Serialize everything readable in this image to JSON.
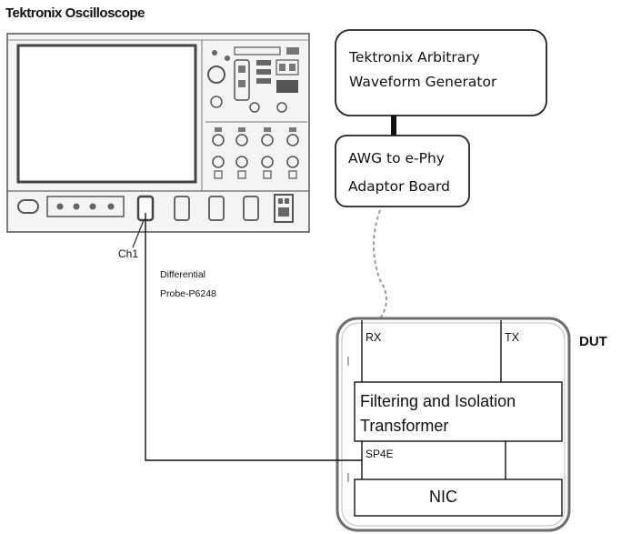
{
  "oscilloscope": {
    "title": "Tektronix Oscilloscope",
    "channel_label": "Ch1"
  },
  "probe": {
    "line1": "Differential",
    "line2": "Probe-P6248"
  },
  "awg": {
    "line1": "Tektronix Arbitrary",
    "line2": "Waveform Generator"
  },
  "adaptor": {
    "line1": "AWG to e-Phy",
    "line2": "Adaptor Board"
  },
  "dut": {
    "label": "DUT",
    "rx_label": "RX",
    "tx_label": "TX",
    "filter_line1": "Filtering and Isolation",
    "filter_line2": "Transformer",
    "sp4e_label": "SP4E",
    "nic_label": "NIC"
  },
  "colors": {
    "scope_body": "#f4f4f4",
    "scope_outline": "#555555",
    "screen_border": "#444444",
    "line": "#111111",
    "cable": "#9a9a9a"
  }
}
